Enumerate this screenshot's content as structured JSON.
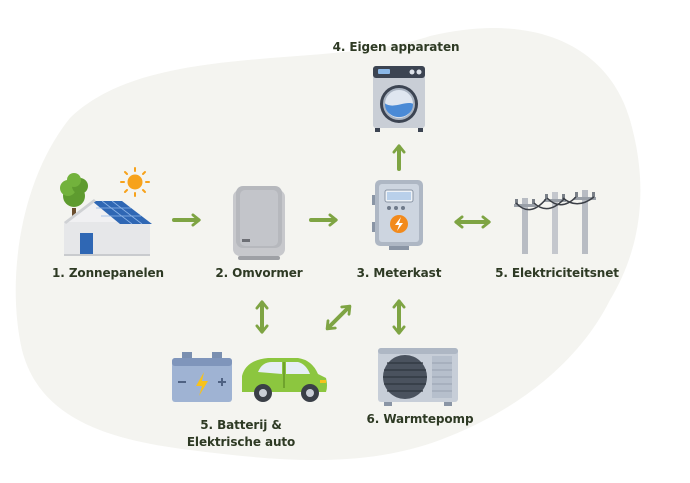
{
  "nodes": {
    "solar": {
      "label": "1. Zonnepanelen",
      "icon": "solar-house-icon"
    },
    "inverter": {
      "label": "2. Omvormer",
      "icon": "inverter-icon"
    },
    "meter": {
      "label": "3. Meterkast",
      "icon": "meter-cabinet-icon"
    },
    "appliances": {
      "label": "4. Eigen apparaten",
      "icon": "washing-machine-icon"
    },
    "grid": {
      "label": "5. Elektriciteitsnet",
      "icon": "power-lines-icon"
    },
    "battery": {
      "label_line1": "5. Batterij &",
      "label_line2": "Elektrische auto",
      "icon": "battery-car-icon"
    },
    "heatpump": {
      "label": "6. Warmtepomp",
      "icon": "heat-pump-icon"
    }
  },
  "colors": {
    "arrow": "#7ea443",
    "blob": "#f3f3ef",
    "label": "#2e3a24"
  }
}
